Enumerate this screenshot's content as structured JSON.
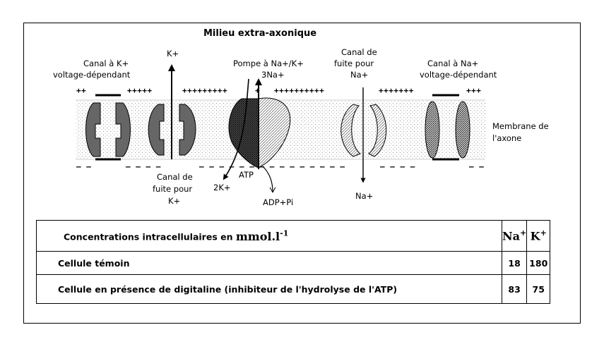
{
  "labels": {
    "title": "Milieu extra-axonique",
    "k_channel": [
      "Canal à K+",
      "voltage-dépendant"
    ],
    "k_out": "K+",
    "pump": [
      "Pompe à Na+/K+",
      "3Na+"
    ],
    "na_leak": [
      "Canal de",
      "fuite pour",
      "Na+"
    ],
    "na_channel": [
      "Canal à Na+",
      "voltage-dépendant"
    ],
    "membrane": [
      "Membrane de",
      "l'axone"
    ],
    "k_leak": [
      "Canal de",
      "fuite pour",
      "K+"
    ],
    "atp": "ATP",
    "k2": "2K+",
    "adp": "ADP+Pi",
    "na_in": "Na+",
    "charges_top": [
      "++",
      "+++++",
      "+++++++++",
      "+",
      "++++++++++",
      "+++++++",
      "+++"
    ],
    "charges_bottom": [
      "– –",
      "– – – –",
      "– – – – – – – – – – – – – – –",
      "– – – –",
      "– –"
    ]
  },
  "table": {
    "header_text": "Concentrations intracellulaires en",
    "header_unit": "mmol.l",
    "header_exp": "-1",
    "col_na": "Na",
    "col_k": "K",
    "plus": "+",
    "rows": [
      {
        "label": "Cellule témoin",
        "na": "18",
        "k": "180"
      },
      {
        "label": "Cellule en présence de digitaline (inhibiteur de l'hydrolyse de l'ATP)",
        "na": "83",
        "k": "75"
      }
    ]
  }
}
